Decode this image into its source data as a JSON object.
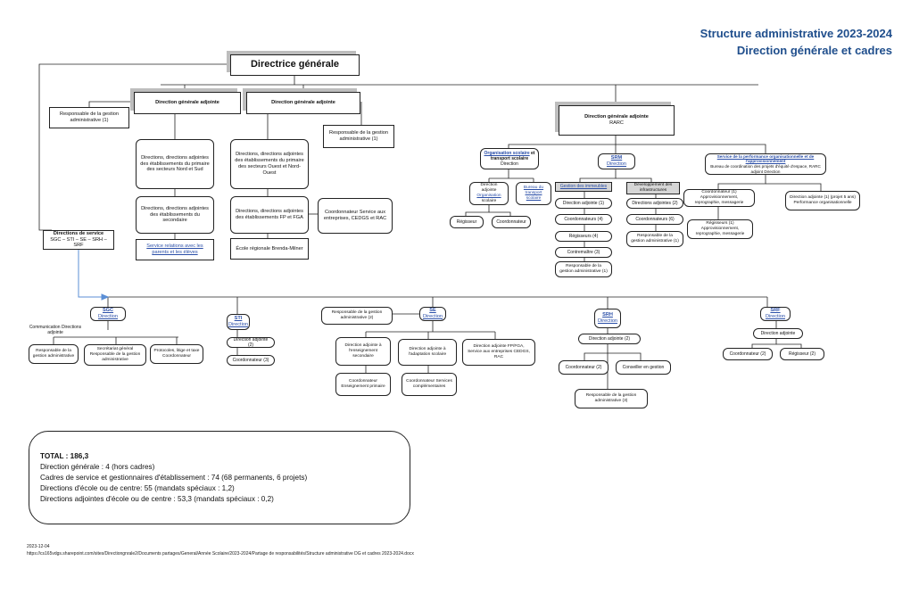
{
  "header": {
    "title_line1": "Structure administrative 2023-2024",
    "title_line2": "Direction générale et cadres"
  },
  "top": {
    "dg": "Directrice générale",
    "dga1": "Direction générale adjointe",
    "dga2": "Direction générale adjointe",
    "dga3_title": "Direction générale adjointe",
    "dga3_sub": "RARC",
    "resp_left": "Responsable de la gestion administrative (1)",
    "resp_mid": "Responsable de la gestion administrative (1)"
  },
  "dga1_col": {
    "box1": "Directions, directions adjointes des établissements du primaire des secteurs Nord et Sud",
    "box2": "Directions, directions adjointes des établissements du secondaire",
    "box3": "Service relations avec les parents et les élèves"
  },
  "dga2_col": {
    "box1": "Directions, directions adjointes des établissements du primaire des secteurs Ouest et Nord-Ouest",
    "box2": "Directions, directions adjointes des établissements FP et FGA",
    "box3": "École régionale Brenda-Milner",
    "coord": "Coordonnateur Service aux entreprises, CEDGS et RAC"
  },
  "dir_service": {
    "title": "Directions de service",
    "sub": "SGC – STI – SE – SRH –SRF"
  },
  "rarc": {
    "org_title": "Organisation scolaire",
    "org_title_b": "et transport scolaire",
    "org_sub": "Direction",
    "da_title": "Direction adjointe",
    "da_link1": "Organisation",
    "da_link2": "scolaire",
    "bureau1": "Bureau du",
    "bureau2": "transport",
    "bureau3": "scolaire",
    "regisseur": "Régisseur",
    "coordo": "Coordonnateur",
    "srm_title": "SRM",
    "srm_sub": "Direction",
    "gestion_imm": "Gestion des immeubles",
    "dev_infra": "Développement des infrastructures",
    "da1": "Direction adjointe (1)",
    "coord4": "Coordonnateurs (4)",
    "reg4": "Régisseurs (4)",
    "cont3": "Contremaître (3)",
    "resp1": "Responsable de la gestion administrative (1)",
    "da2": "Directions adjointes (2)",
    "coord6": "Coordonnateurs (6)",
    "resp1b": "Responsable de la gestion administrative (1)",
    "spo_title": "Service de la performance organisationnelle et de l'approvisionnement",
    "spo_sub": "Bureau de coordination des projets d'équité d'espace, RARC adjoint Direction",
    "spo_coord": "Coordonnateur (1) Approvisionnement, reprographie, messagerie",
    "spo_reg": "Régisseurs (1) Approvisionnement, reprographie, messagerie",
    "spo_da": "Direction adjointe (1) (projet 5 ans) Performance organisationnelle"
  },
  "services": {
    "sgc_title": "SGC",
    "sgc_sub": "Direction",
    "sgc_comm": "Communication Directions adjointe",
    "sgc_resp": "Responsable de la gestion administrative",
    "sgc_sec": "Secrétariat général Responsable de la gestion administrative",
    "sgc_prot": "Protocoles, litige et taxe Coordonnateur",
    "sti_title": "STI",
    "sti_sub": "Direction",
    "sti_da": "Direction adjointe (2)",
    "sti_coord": "Coordonnateur (3)",
    "se_resp": "Responsable de la gestion administrative (2)",
    "se_title": "SÉ",
    "se_sub": "Direction",
    "se_da1": "Direction adjointe à l'enseignement secondaire",
    "se_da2": "Direction adjointe à l'adaptation scolaire",
    "se_da3": "Direction adjointe FP/FGA, Service aux entreprises CEDGS, RAC",
    "se_coord1": "Coordonnateur Enseignement primaire",
    "se_coord2": "Coordonnateur Services complémentaires",
    "srh_title": "SRH",
    "srh_sub": "Direction",
    "srh_da": "Direction adjointe (2)",
    "srh_coord": "Coordonnateur (2)",
    "srh_cons": "Conseiller en gestion",
    "srh_resp": "Responsable de la gestion administrative (3)",
    "srf_title": "SRF",
    "srf_sub": "Direction",
    "srf_da": "Direction adjointe",
    "srf_coord": "Coordonnateur (2)",
    "srf_reg": "Régisseur (2)"
  },
  "totals": {
    "total": "TOTAL : 186,3",
    "line1": "Direction générale : 4 (hors cadres)",
    "line2": "Cadres de service et gestionnaires d'établissement : 74 (68 permanents, 6 projets)",
    "line3": "Directions d'école ou de centre: 55 (mandats spéciaux : 1,2)",
    "line4": "Directions adjointes d'école ou de centre : 53,3 (mandats spéciaux : 0,2)"
  },
  "footer": {
    "date": "2023-12-04",
    "path": "https://cs165vdgs.sharepoint.com/sites/Directiongnrale2/Documents partages/General/Année Scolaire/2023-2024/Partage de responsabilités/Structure administrative DG et cadres 2023-2024.docx"
  },
  "colors": {
    "title": "#1f4e8c",
    "link": "#2b4fa8",
    "arrow": "#5b8fd6"
  }
}
